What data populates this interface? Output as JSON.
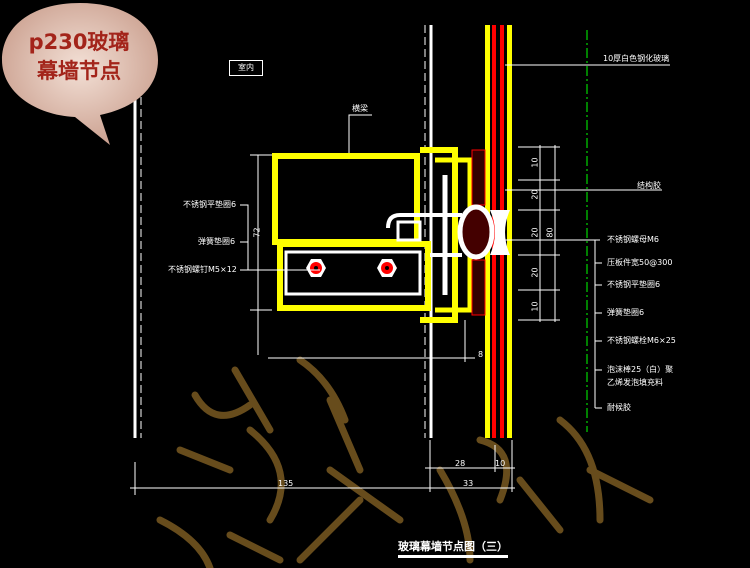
{
  "badge": {
    "line1": "p230玻璃",
    "line2": "幕墙节点"
  },
  "room_label": "室内",
  "beam_label": "横梁",
  "left_labels": [
    "不锈钢平垫圈6",
    "弹簧垫圈6",
    "不锈钢螺钉M5×12"
  ],
  "right_labels": {
    "glass": "10厚白色钢化玻璃",
    "structural_glue": "结构胶",
    "items": [
      "不锈钢螺母M6",
      "压板件宽50@300",
      "不锈钢平垫圈6",
      "弹簧垫圈6",
      "不锈钢螺栓M6×25",
      "泡沫棒25（白）聚",
      "乙烯发泡填充料",
      "耐候胶"
    ]
  },
  "dimensions": {
    "height_72": "72",
    "right_segments": [
      "10",
      "20",
      "20",
      "20",
      "10"
    ],
    "right_total": "80",
    "gap_8": "8",
    "bottom_135": "135",
    "bottom_33": "33",
    "bottom_28": "28",
    "bottom_10": "10"
  },
  "title": "玻璃幕墙节点图（三）",
  "colors": {
    "frame": "#ffff00",
    "glass_red": "#ff0000",
    "line": "#ffffff",
    "badge_bg": "#d9b8aa",
    "badge_text": "#a3241a",
    "watermark": "#7a5a22"
  }
}
